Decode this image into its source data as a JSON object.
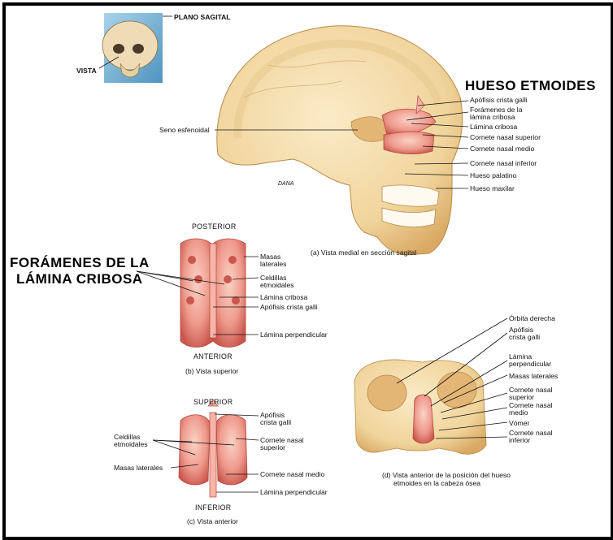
{
  "inset": {
    "plane_label": "PLANO SAGITAL",
    "view_label": "VISTA"
  },
  "titles": {
    "ethmoid_bone": "HUESO ETMOIDES",
    "cribriform_foramina_line1": "FORÁMENES DE LA",
    "cribriform_foramina_line2": "LÁMINA CRIBOSA"
  },
  "panel_a": {
    "caption": "(a) Vista medial en sección sagital",
    "signature": "DANA",
    "labels": {
      "seno_esfenoidal": "Seno esfenoidal",
      "apofisis_crista_galli": "Apófisis crista galli",
      "foramenes_line1": "Forámenes de la",
      "foramenes_line2": "lámina cribosa",
      "lamina_cribosa": "Lámina cribosa",
      "cornete_superior": "Cornete nasal superior",
      "cornete_medio": "Cornete nasal medio",
      "cornete_inferior": "Cornete nasal inferior",
      "hueso_palatino": "Hueso palatino",
      "hueso_maxilar": "Hueso maxilar"
    }
  },
  "panel_b": {
    "top_label": "POSTERIOR",
    "bottom_label": "ANTERIOR",
    "caption": "(b) Vista superior",
    "labels": {
      "masas_laterales_line1": "Masas",
      "masas_laterales_line2": "laterales",
      "celdillas_line1": "Celdillas",
      "celdillas_line2": "etmoidales",
      "lamina_cribosa": "Lámina cribosa",
      "apofisis_crista_galli": "Apófisis crista galli",
      "lamina_perpendicular": "Lámina perpendicular"
    }
  },
  "panel_c": {
    "top_label": "SUPERIOR",
    "bottom_label": "INFERIOR",
    "caption": "(c) Vista anterior",
    "labels": {
      "apofisis_line1": "Apófisis",
      "apofisis_line2": "crista galli",
      "celdillas_line1": "Celdillas",
      "celdillas_line2": "etmoidales",
      "cornete_superior_line1": "Cornete nasal",
      "cornete_superior_line2": "superior",
      "masas_laterales": "Masas laterales",
      "cornete_medio": "Cornete nasal medio",
      "lamina_perpendicular": "Lámina perpendicular"
    }
  },
  "panel_d": {
    "caption_line1": "(d) Vista anterior de la posición del hueso",
    "caption_line2": "etmoides en la cabeza ósea",
    "labels": {
      "orbita_derecha": "Órbita derecha",
      "apofisis_line1": "Apófisis",
      "apofisis_line2": "crista galli",
      "lamina_perp_line1": "Lámina",
      "lamina_perp_line2": "perpendicular",
      "masas_laterales": "Masas laterales",
      "cornete_sup_line1": "Cornete nasal",
      "cornete_sup_line2": "superior",
      "cornete_med_line1": "Cornete nasal",
      "cornete_med_line2": "medio",
      "vomer": "Vómer",
      "cornete_inf_line1": "Cornete nasal",
      "cornete_inf_line2": "inferior"
    }
  },
  "colors": {
    "bone": "#f3d9a4",
    "bone_shadow": "#d9a862",
    "ethmoid_pink": "#e8837a",
    "ethmoid_light": "#f6b5a8",
    "inset_bg": "#7fb7d6"
  }
}
